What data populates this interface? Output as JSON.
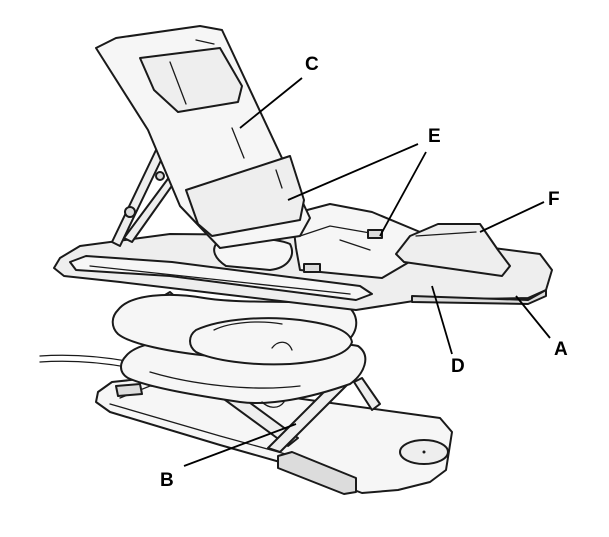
{
  "labels": {
    "a": "A",
    "b": "B",
    "c": "C",
    "d": "D",
    "e": "E",
    "f": "F"
  },
  "colors": {
    "line": "#1a1a1a",
    "fill": "#eeeeee",
    "background": "#ffffff"
  }
}
